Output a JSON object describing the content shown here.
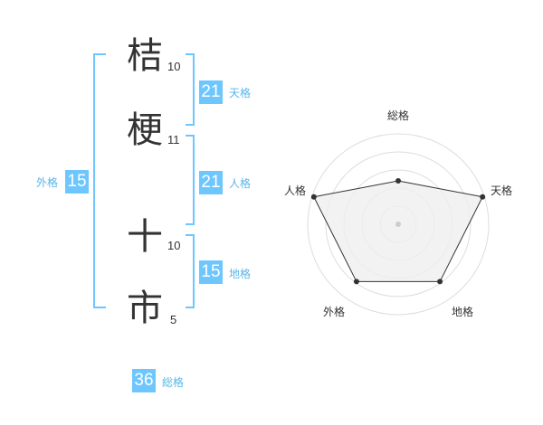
{
  "name": {
    "chars": [
      {
        "char": "桔",
        "strokes": "10"
      },
      {
        "char": "梗",
        "strokes": "11"
      },
      {
        "char": "十",
        "strokes": "10"
      },
      {
        "char": "市",
        "strokes": "5"
      }
    ]
  },
  "fortune": {
    "tenkaku": {
      "value": "21",
      "label": "天格"
    },
    "jinkaku": {
      "value": "21",
      "label": "人格"
    },
    "chikaku": {
      "value": "15",
      "label": "地格"
    },
    "gaikaku": {
      "value": "15",
      "label": "外格"
    },
    "soukaku": {
      "value": "36",
      "label": "総格"
    }
  },
  "chart_data": {
    "type": "radar",
    "axes": [
      "総格",
      "天格",
      "地格",
      "外格",
      "人格"
    ],
    "values": [
      0.49,
      1.0,
      0.8,
      0.8,
      1.0
    ],
    "colors": {
      "fill": "#efefef",
      "stroke": "#333333",
      "grid": "#dddddd",
      "center": "#cccccc"
    }
  },
  "colors": {
    "accent": "#6ec6ff",
    "accent_text": "#5ab6ea"
  }
}
